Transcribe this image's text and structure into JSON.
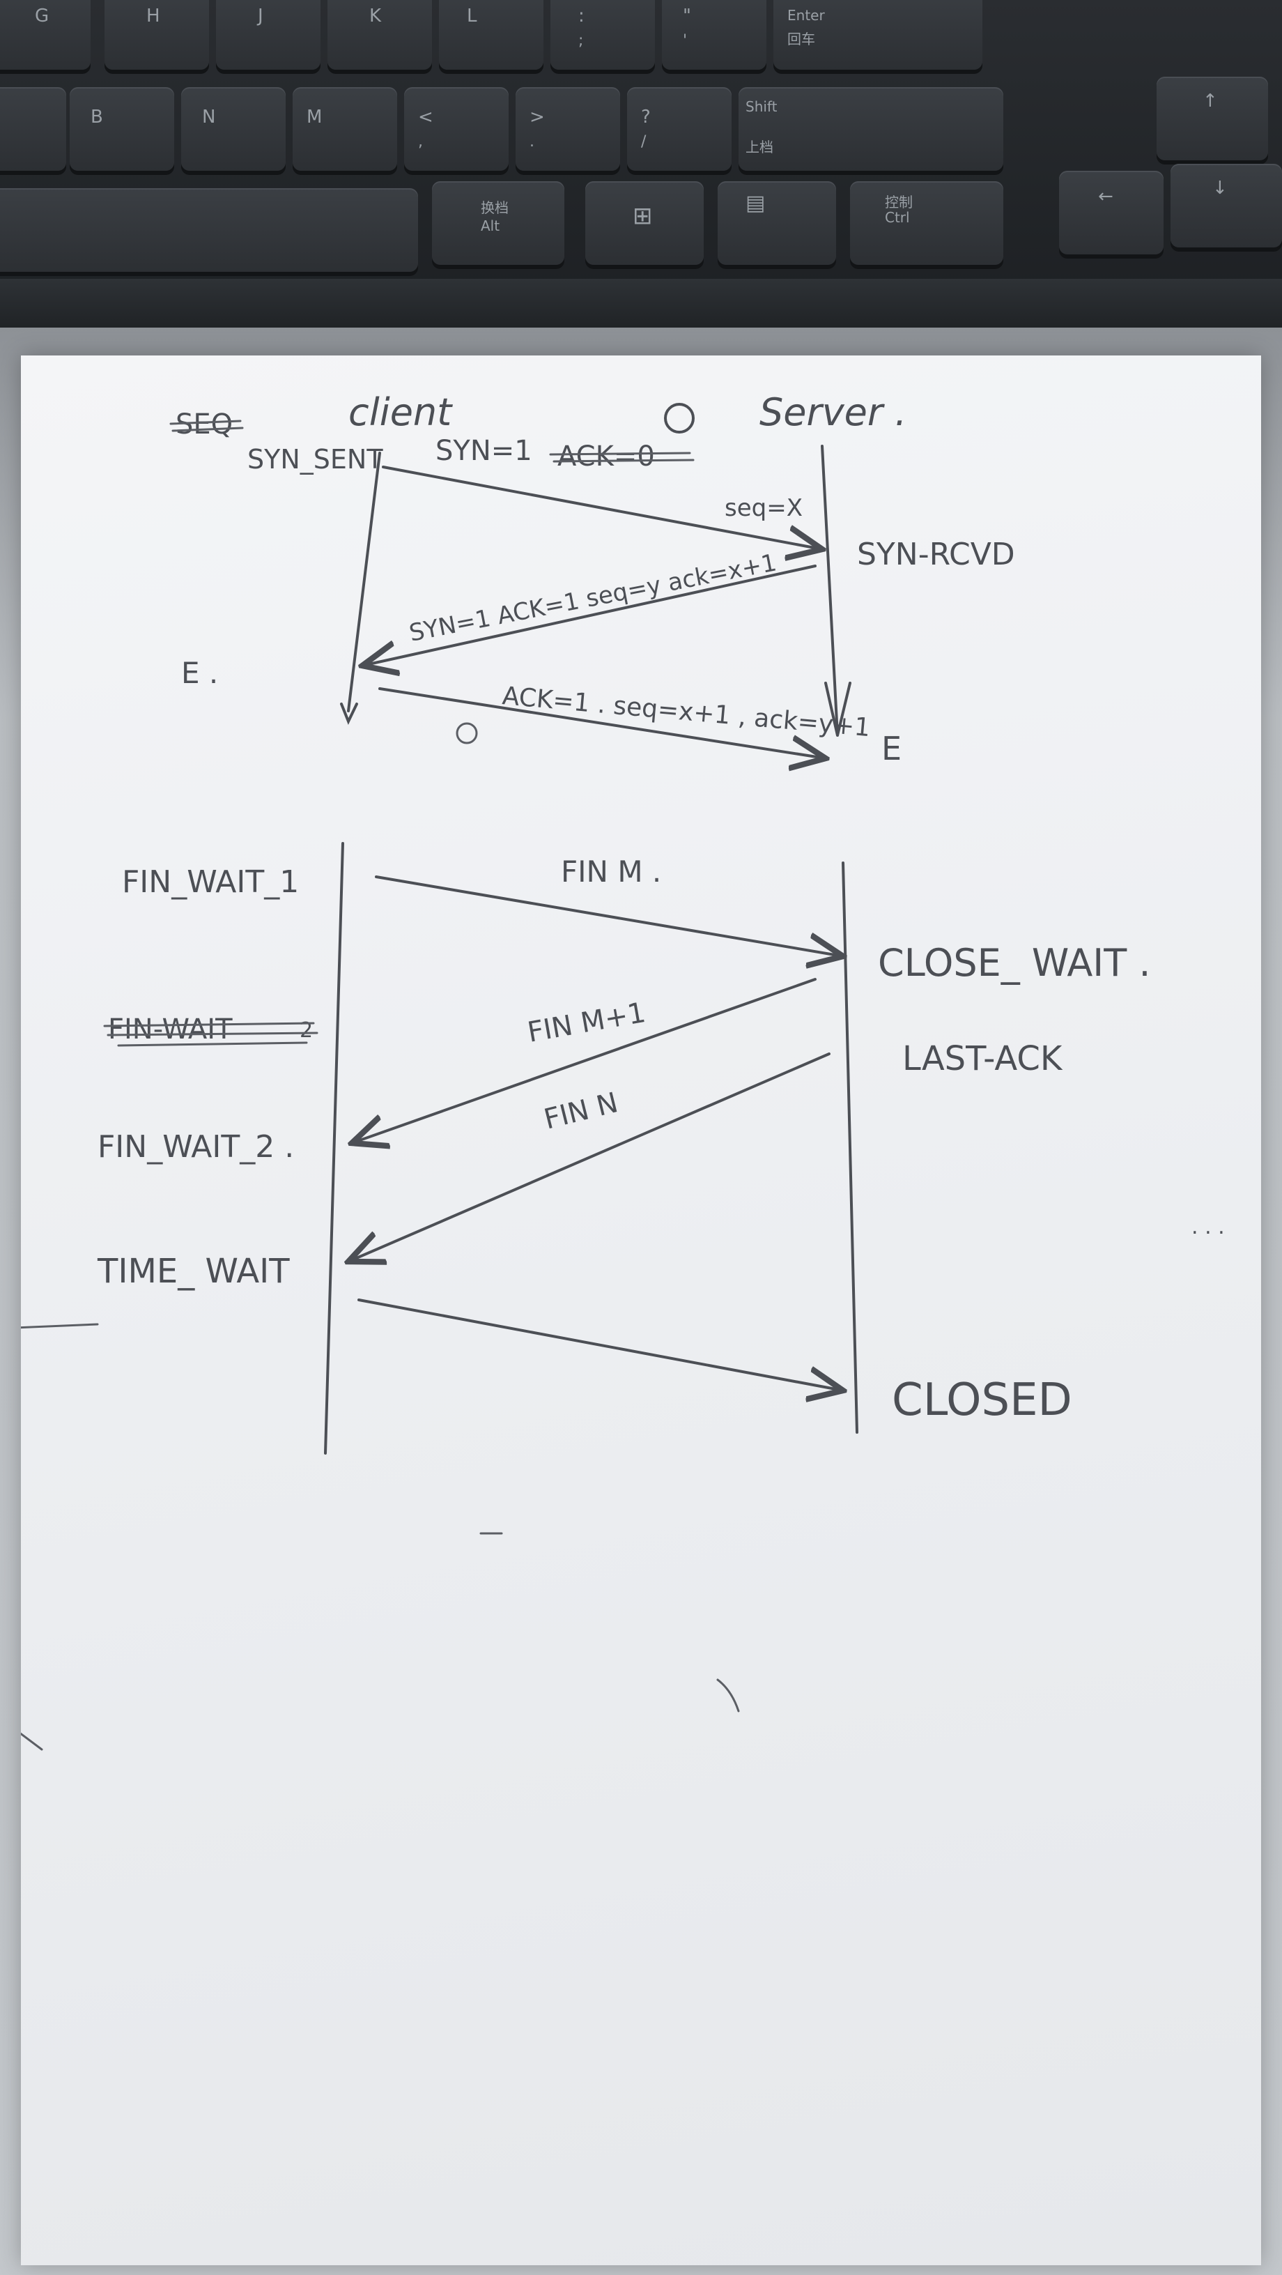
{
  "keyboard": {
    "row1": [
      "G",
      "H",
      "J",
      "K",
      "L",
      ":",
      "\"",
      "Enter"
    ],
    "row1_sub": [
      "",
      "",
      "",
      "",
      "",
      ";",
      "'",
      "回车"
    ],
    "row2": [
      "B",
      "N",
      "M",
      "<",
      ">",
      "?",
      "Shift",
      "↑"
    ],
    "row2_sub": [
      "",
      "",
      "",
      ",",
      ".",
      "/",
      "上档",
      ""
    ],
    "row3": [
      "换档",
      "⊞",
      "▤",
      "控制",
      "←",
      "↓"
    ],
    "row3_sub": [
      "Alt",
      "",
      "",
      "Ctrl",
      "",
      ""
    ]
  },
  "diagram": {
    "struck_label": "SEQ",
    "client_label": "client",
    "server_label": "Server .",
    "handshake": {
      "syn_sent": "SYN_SENT",
      "msg1": "SYN=1",
      "msg1_struck": "ACK=0",
      "msg1_seq": "seq=X",
      "syn_rcvd": "SYN-RCVD",
      "msg2": "SYN=1  ACK=1  seq=y  ack=x+1",
      "client_established": "E .",
      "msg3": "ACK=1 . seq=x+1  , ack=y+1",
      "server_established": "E"
    },
    "teardown": {
      "fin_wait_1": "FIN_WAIT_1",
      "msg_fin": "FIN M .",
      "close_wait": "CLOSE_ WAIT .",
      "struck_fin_wait": "FIN-WAIT",
      "struck_suffix": "2",
      "msg_ack": "FIN  M+1",
      "last_ack": "LAST-ACK",
      "fin_wait_2": "FIN_WAIT_2 .",
      "msg_fin_n": "FIN  N",
      "time_wait": "TIME_ WAIT",
      "closed": "CLOSED",
      "dots": ". . ."
    }
  }
}
